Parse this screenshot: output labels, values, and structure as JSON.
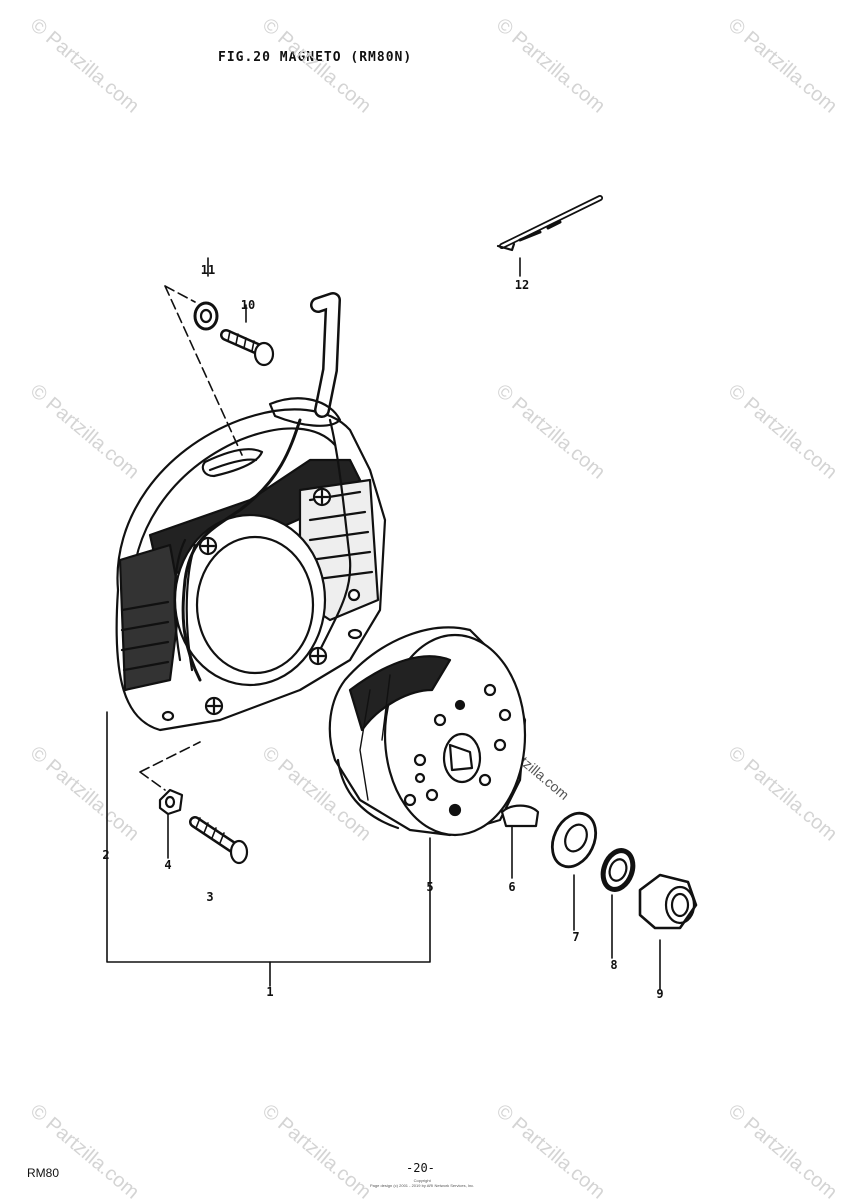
{
  "figure": {
    "title": "FIG.20  MAGNETO (RM80N)"
  },
  "callouts": [
    {
      "id": "1",
      "label": "1"
    },
    {
      "id": "2",
      "label": "2"
    },
    {
      "id": "3",
      "label": "3"
    },
    {
      "id": "4",
      "label": "4"
    },
    {
      "id": "5",
      "label": "5"
    },
    {
      "id": "6",
      "label": "6"
    },
    {
      "id": "7",
      "label": "7"
    },
    {
      "id": "8",
      "label": "8"
    },
    {
      "id": "9",
      "label": "9"
    },
    {
      "id": "10",
      "label": "10"
    },
    {
      "id": "11",
      "label": "11"
    },
    {
      "id": "12",
      "label": "12"
    }
  ],
  "watermark": {
    "text": "© Partzilla.com",
    "inline_text": "© Partzilla.com"
  },
  "footer": {
    "model": "RM80",
    "page_number": "-20-",
    "copyright_line1": "Copyright",
    "copyright_line2": "Page design (c) 2001 - 2019 by ARI Network Services, Inc."
  }
}
